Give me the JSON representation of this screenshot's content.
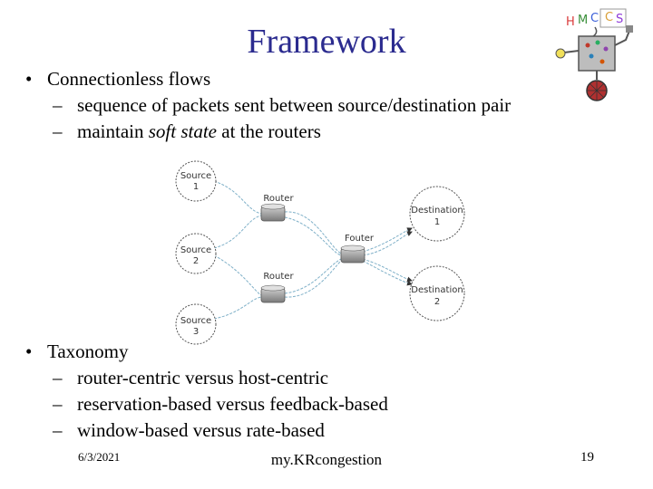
{
  "slide": {
    "title": "Framework",
    "bullet1": {
      "text": "Connectionless flows",
      "subs": [
        {
          "parts": [
            {
              "t": "sequence of packets sent between source/destination pair",
              "i": false
            }
          ]
        },
        {
          "parts": [
            {
              "t": "maintain ",
              "i": false
            },
            {
              "t": "soft state",
              "i": true
            },
            {
              "t": " at the routers",
              "i": false
            }
          ]
        }
      ]
    },
    "bullet2": {
      "text": "Taxonomy",
      "subs": [
        {
          "parts": [
            {
              "t": "router-centric versus host-centric",
              "i": false
            }
          ]
        },
        {
          "parts": [
            {
              "t": "reservation-based versus feedback-based",
              "i": false
            }
          ]
        },
        {
          "parts": [
            {
              "t": "window-based versus rate-based",
              "i": false
            }
          ]
        }
      ]
    },
    "bullet_glyph": "•",
    "dash_glyph": "–"
  },
  "logo": {
    "letters": [
      "H",
      "M",
      "C",
      "C",
      "S"
    ],
    "colors": [
      "#d93a3a",
      "#3a8f3a",
      "#3a5fd9",
      "#d9a03a",
      "#8f3ad9"
    ]
  },
  "diagram": {
    "sources": [
      {
        "line1": "Source",
        "line2": "1"
      },
      {
        "line1": "Source",
        "line2": "2"
      },
      {
        "line1": "Source",
        "line2": "3"
      }
    ],
    "routers": {
      "top": "Router",
      "middle": "Fouter",
      "bottom": "Router"
    },
    "destinations": [
      {
        "line1": "Destination",
        "line2": "1"
      },
      {
        "line1": "Destination",
        "line2": "2"
      }
    ]
  },
  "footer": {
    "date": "6/3/2021",
    "center": "my.KRcongestion",
    "page": "19"
  }
}
